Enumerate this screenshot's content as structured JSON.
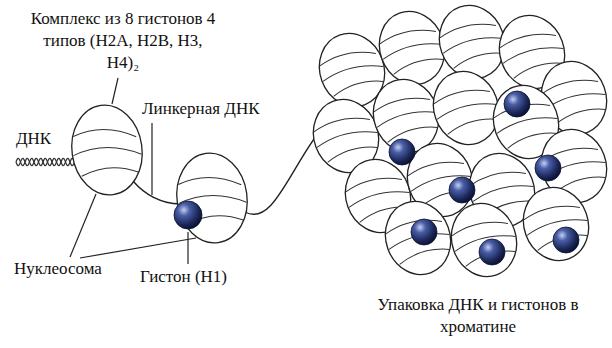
{
  "diagram": {
    "labels": [
      "Комплекс из 8 гистонов 4 типов (H2A, H2B, H3, H4)₂",
      "ДНК",
      "Линкерная ДНК",
      "Нуклеосома",
      "Гистон (H1)",
      "Упаковка ДНК и гистонов в хроматине"
    ]
  }
}
